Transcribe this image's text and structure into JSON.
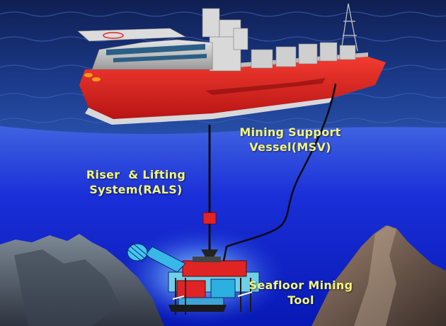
{
  "labels": {
    "msv": {
      "line1": "Mining Support",
      "line2": "Vessel(MSV)"
    },
    "rals": {
      "line1": "Riser  & Lifting",
      "line2": "System(RALS)"
    },
    "smt": {
      "line1": "Seafloor Mining",
      "line2": "Tool"
    }
  },
  "colors": {
    "label_text": "#f2f57a",
    "ocean_surface": "#1b3a8a",
    "deep_water": "#0a1cc8",
    "hull_red": "#e02424",
    "pipe": "#0b0b14"
  }
}
